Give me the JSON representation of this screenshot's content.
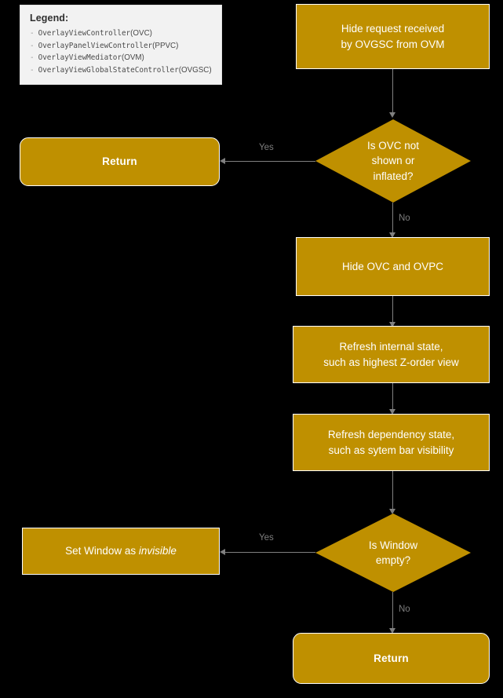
{
  "canvas": {
    "background": "#000000",
    "node_fill": "#BF9000",
    "node_border": "#FFFFFF",
    "node_text": "#FFFFFF",
    "connector_color": "#808080",
    "edge_label_color": "#7D7D7D",
    "legend_background": "#F2F2F2"
  },
  "legend": {
    "title": "Legend:",
    "items": [
      {
        "bullet": "-",
        "name": "OverlayViewController",
        "abbr": "(OVC)"
      },
      {
        "bullet": "-",
        "name": "OverlayPanelViewController",
        "abbr": "(PPVC)"
      },
      {
        "bullet": "-",
        "name": "OverlayViewMediator",
        "abbr": "(OVM)"
      },
      {
        "bullet": "-",
        "name": "OverlayViewGlobalStateController",
        "abbr": "(OVGSC)"
      }
    ]
  },
  "nodes": {
    "start": {
      "type": "process",
      "line1": "Hide request received",
      "line2": "by OVGSC from OVM"
    },
    "decision_ovc": {
      "type": "decision",
      "line1": "Is OVC not",
      "line2": "shown or",
      "line3": "inflated?"
    },
    "return_top": {
      "type": "terminator",
      "label": "Return"
    },
    "hide_ovc": {
      "type": "process",
      "line1": "Hide OVC and OVPC"
    },
    "refresh_internal": {
      "type": "process",
      "line1": "Refresh internal state,",
      "line2": "such as highest Z-order view"
    },
    "refresh_dependency": {
      "type": "process",
      "line1": "Refresh dependency state,",
      "line2": "such as sytem bar visibility"
    },
    "decision_window": {
      "type": "decision",
      "line1": "Is Window",
      "line2": "empty?"
    },
    "set_invisible": {
      "type": "process",
      "prefix": "Set Window as ",
      "emphasis": "invisible"
    },
    "return_bottom": {
      "type": "terminator",
      "label": "Return"
    }
  },
  "edges": {
    "ovc_yes": "Yes",
    "ovc_no": "No",
    "window_yes": "Yes",
    "window_no": "No"
  }
}
